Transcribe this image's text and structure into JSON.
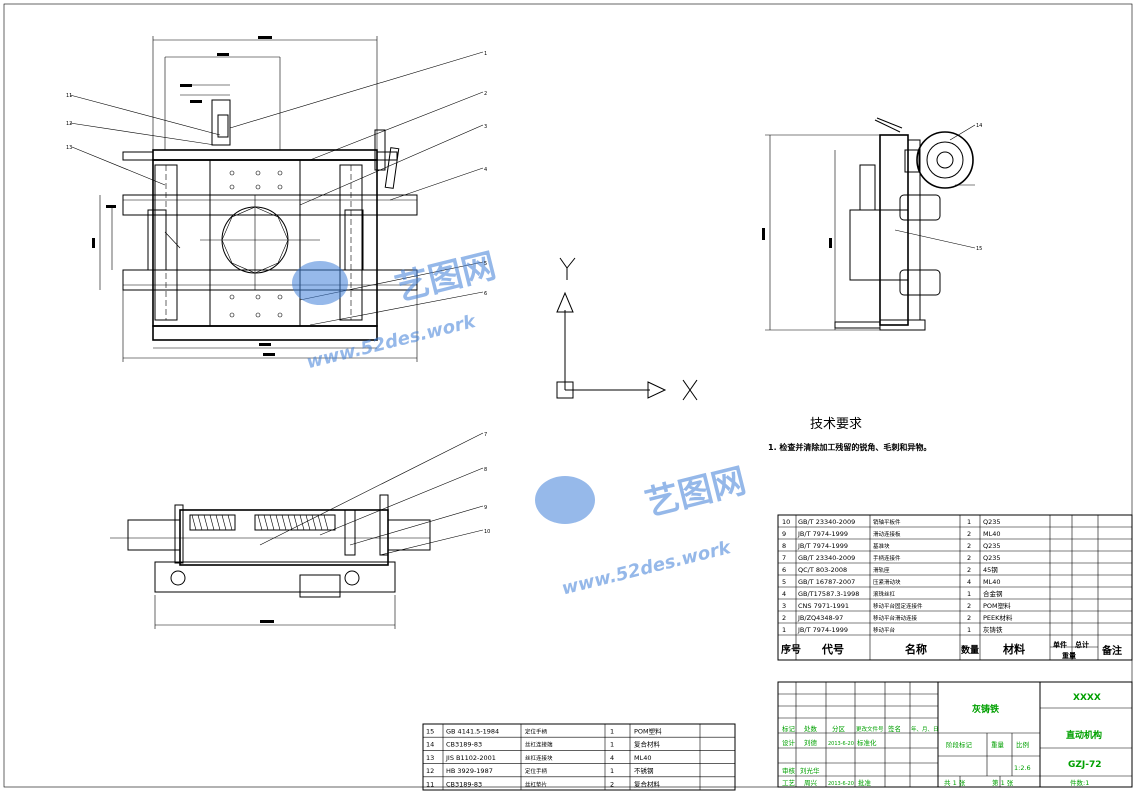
{
  "tech_requirements": {
    "title": "技术要求",
    "note": "1. 检查并清除加工残留的锐角、毛刺和异物。"
  },
  "watermark": {
    "brand": "艺图网",
    "url": "www.52des.work"
  },
  "axis": {
    "x": "X",
    "y": "Y"
  },
  "bom_main": {
    "header": {
      "no": "序号",
      "code": "代号",
      "name": "名称",
      "qty": "数量",
      "material": "材料",
      "unit": "单件",
      "total": "总计",
      "mass": "重量",
      "remark": "备注"
    },
    "rows": [
      {
        "no": "10",
        "code": "GB/T 23340-2009",
        "name": "销轴平板件",
        "qty": "1",
        "material": "Q235"
      },
      {
        "no": "9",
        "code": "JB/T 7974-1999",
        "name": "滑动连接板",
        "qty": "2",
        "material": "ML40"
      },
      {
        "no": "8",
        "code": "JB/T 7974-1999",
        "name": "基准块",
        "qty": "2",
        "material": "Q235"
      },
      {
        "no": "7",
        "code": "GB/T 23340-2009",
        "name": "手柄连接件",
        "qty": "2",
        "material": "Q235"
      },
      {
        "no": "6",
        "code": "QC/T 803-2008",
        "name": "滑轨座",
        "qty": "2",
        "material": "45钢"
      },
      {
        "no": "5",
        "code": "GB/T 16787-2007",
        "name": "压紧滑动块",
        "qty": "4",
        "material": "ML40"
      },
      {
        "no": "4",
        "code": "GB/T17587.3-1998",
        "name": "滚珠丝杠",
        "qty": "1",
        "material": "合金钢"
      },
      {
        "no": "3",
        "code": "CNS 7971-1991",
        "name": "移动平台固定连接件",
        "qty": "2",
        "material": "POM塑料"
      },
      {
        "no": "2",
        "code": "JB/ZQ4348-97",
        "name": "移动平台滑动连接",
        "qty": "2",
        "material": "PEEK材料"
      },
      {
        "no": "1",
        "code": "JB/T 7974-1999",
        "name": "移动平台",
        "qty": "1",
        "material": "灰铸铁"
      }
    ]
  },
  "bom_lower": {
    "rows": [
      {
        "no": "15",
        "code": "GB 4141.5-1984",
        "name": "定位手柄",
        "qty": "1",
        "material": "POM塑料"
      },
      {
        "no": "14",
        "code": "CB3189-83",
        "name": "丝杠连接端",
        "qty": "1",
        "material": "复合材料"
      },
      {
        "no": "13",
        "code": "JIS B1102-2001",
        "name": "丝杠连接块",
        "qty": "4",
        "material": "ML40"
      },
      {
        "no": "12",
        "code": "HB 3929-1987",
        "name": "定位手柄",
        "qty": "1",
        "material": "不锈钢"
      },
      {
        "no": "11",
        "code": "CB3189-83",
        "name": "丝杠垫片",
        "qty": "2",
        "material": "复合材料"
      }
    ]
  },
  "title_block": {
    "material_label": "灰铸铁",
    "company": "XXXX",
    "drawing_name": "直动机构",
    "drawing_no": "GZJ-72",
    "scale": "1:2.6",
    "sheet_total": "共 1 张",
    "sheet_no": "第 1 张",
    "part_count": "件数:1",
    "cells": {
      "mark": "标记",
      "count": "处数",
      "zone": "分区",
      "change_doc": "更改文件号",
      "sign": "签名",
      "date_ymd": "年、月、日",
      "design": "设计",
      "designer": "刘德",
      "design_date": "2013-6-20",
      "standardize": "标准化",
      "stage_mark": "阶段标记",
      "weight": "重量",
      "ratio": "比例",
      "review": "审核",
      "review_name": "刘光华",
      "process": "工艺",
      "process_name": "周兴",
      "process_date": "2013-6-20",
      "approve": "批准"
    }
  },
  "callouts": [
    "1",
    "2",
    "3",
    "4",
    "5",
    "6",
    "7",
    "8",
    "9",
    "10",
    "11",
    "12",
    "13",
    "14",
    "15"
  ]
}
